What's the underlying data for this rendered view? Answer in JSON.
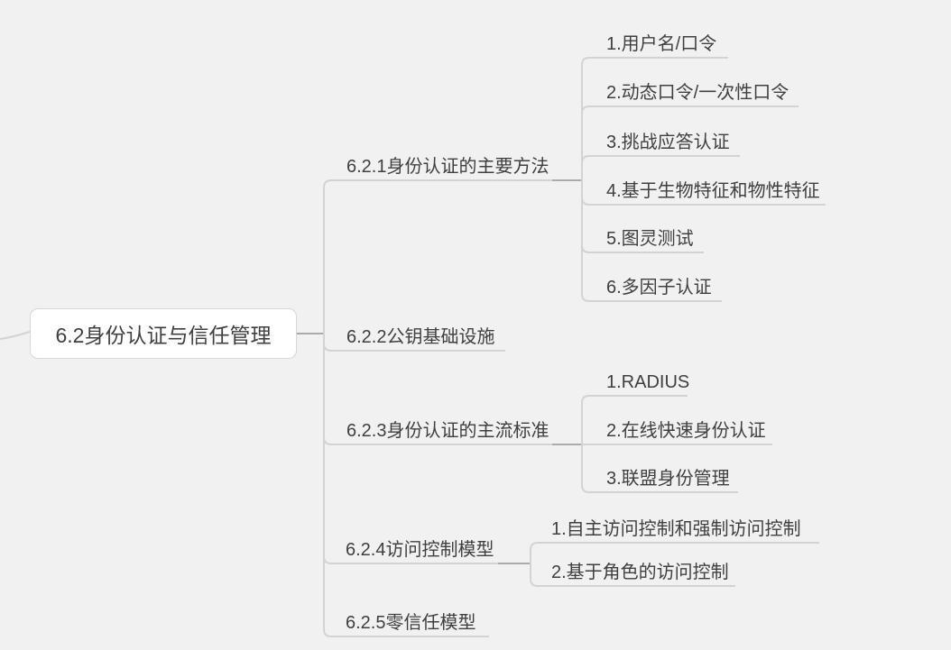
{
  "colors": {
    "background": "#f1f1f2",
    "line": "#d3d3d4",
    "connector_dark": "#ababab",
    "text": "#3f3f3f",
    "root_fill": "#ffffff",
    "root_border": "#d7d7d7"
  },
  "root": {
    "label": "6.2身份认证与信任管理"
  },
  "branches": [
    {
      "label": "6.2.1身份认证的主要方法",
      "children": [
        "1.用户名/口令",
        "2.动态口令/一次性口令",
        "3.挑战应答认证",
        "4.基于生物特征和物性特征",
        "5.图灵测试",
        "6.多因子认证"
      ]
    },
    {
      "label": "6.2.2公钥基础设施",
      "children": []
    },
    {
      "label": "6.2.3身份认证的主流标准",
      "children": [
        "1.RADIUS",
        "2.在线快速身份认证",
        "3.联盟身份管理"
      ]
    },
    {
      "label": "6.2.4访问控制模型",
      "children": [
        "1.自主访问控制和强制访问控制",
        "2.基于角色的访问控制"
      ]
    },
    {
      "label": "6.2.5零信任模型",
      "children": []
    }
  ]
}
